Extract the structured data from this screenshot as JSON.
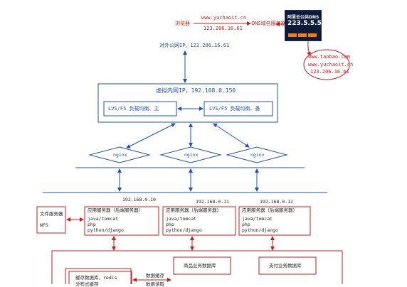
{
  "dns_flow": {
    "browser_label": "浏览器",
    "domain": "www.yuchaoit.cn",
    "resolved_ip": "123.206.16.61",
    "dns_server_label": "DNS域名服务器"
  },
  "dns_card": {
    "title": "阿里云公共DNS",
    "ip": "223.5.5.5"
  },
  "dns_bubble": {
    "line1": "www.taobao.com",
    "line2": "www.yuchaoit.cn",
    "line3": "123.206.16.61"
  },
  "public_ip_label": "对外公网IP，123.206.16.61",
  "vip_box": {
    "title": "虚拟内网IP，192.168.0.150",
    "lb_master": "LVS/F5 负载均衡、主",
    "lb_backup": "LVS/F5 负载均衡、备"
  },
  "nginx_nodes": [
    "nginx",
    "nginx",
    "nginx"
  ],
  "app_servers": [
    {
      "ip": "192.168.0.10",
      "title": "应用服务器（后端服务器）",
      "stack": [
        "java/tomcat",
        "php",
        "python/django"
      ]
    },
    {
      "ip": "192.168.0.11",
      "title": "应用服务器（后端服务器）",
      "stack": [
        "java/tomcat",
        "php",
        "python/django"
      ]
    },
    {
      "ip": "192.168.0.12",
      "title": "应用服务器（后端服务器）",
      "stack": [
        "java/tomcat",
        "php",
        "python/django"
      ]
    }
  ],
  "file_server": {
    "title": "文件服务器",
    "sub": "NFS"
  },
  "data_tier": {
    "product_db": "商品业务数据库",
    "payment_db": "支付业务数据库",
    "cache_line1": "缓存数据库，redis",
    "cache_line2": "分布式缓存",
    "data_cache_line1": "数据缓存",
    "data_cache_line2": "数据读取"
  },
  "colors": {
    "blue": "#1f4fbf",
    "red": "#d11b1b"
  }
}
